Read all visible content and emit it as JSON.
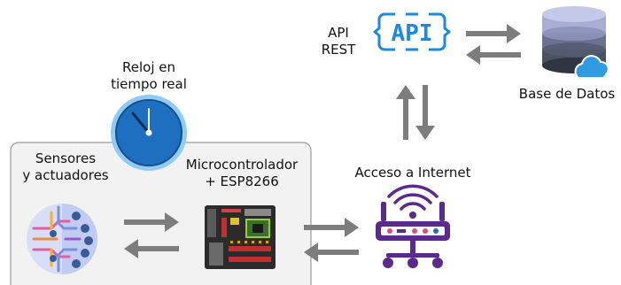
{
  "labels": {
    "api_line1": "API",
    "api_line2": "REST",
    "api_badge": "API",
    "database": "Base de Datos",
    "clock_line1": "Reloj en",
    "clock_line2": "tiempo real",
    "sensors_line1": "Sensores",
    "sensors_line2": "y actuadores",
    "mcu_line1": "Microcontrolador",
    "mcu_line2": "+ ESP8266",
    "internet": "Acceso a Internet"
  },
  "colors": {
    "api_blue": "#1e88e5",
    "clock_blue": "#1f6fc0",
    "router_purple": "#5b2a8c",
    "arrow_gray": "#7d7d7d",
    "panel_fill": "#f2f2f2",
    "panel_stroke": "#9a9a9a"
  },
  "icons": {
    "api": "api-icon",
    "database": "database-cloud-icon",
    "clock": "clock-icon",
    "sensors": "sensors-icon",
    "mcu": "microcontroller-board-icon",
    "router": "wifi-router-icon"
  }
}
